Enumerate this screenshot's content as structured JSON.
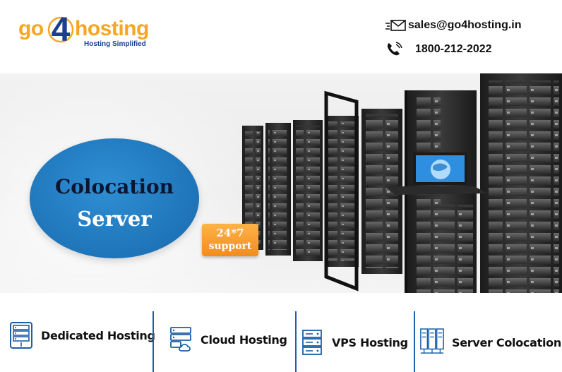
{
  "brand": {
    "logo_prefix": "go",
    "logo_number": "4",
    "logo_suffix": "hosting",
    "tagline": "Hosting Simplified"
  },
  "contact": {
    "email": "sales@go4hosting.in",
    "phone": "1800-212-2022"
  },
  "banner": {
    "title_line1": "Colocation",
    "title_line2": "Server",
    "badge_line1": "24*7",
    "badge_line2": "support"
  },
  "services": [
    {
      "label": "Dedicated Hosting",
      "icon": "dedicated-server-icon"
    },
    {
      "label": "Cloud Hosting",
      "icon": "cloud-server-icon"
    },
    {
      "label": "VPS Hosting",
      "icon": "vps-server-icon"
    },
    {
      "label": "Server Colocation",
      "icon": "colocation-rack-icon"
    }
  ],
  "colors": {
    "brand_orange": "#f5a623",
    "brand_blue": "#1a3f8f",
    "circle_blue": "#1f74b9",
    "badge_orange": "#f28c1e",
    "divider_blue": "#1b5fa8"
  }
}
